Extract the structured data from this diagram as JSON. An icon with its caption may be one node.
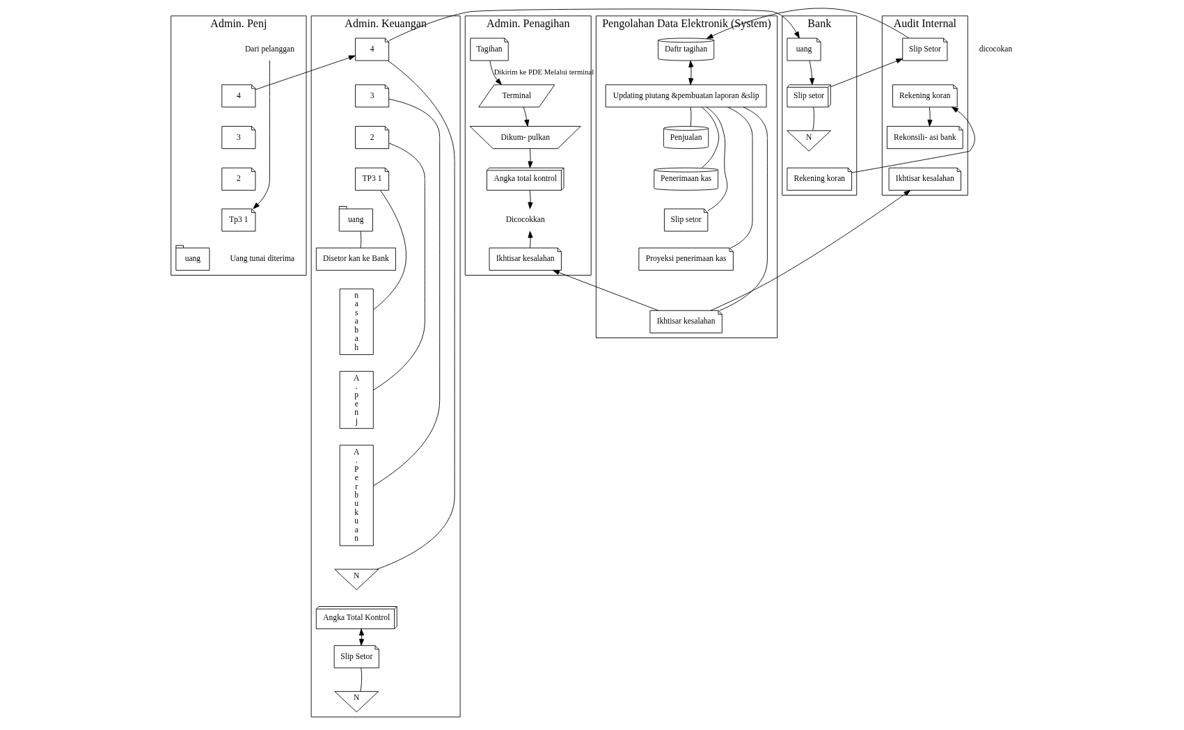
{
  "diagram": {
    "nodes": [
      {
        "text": [
          "Admin. Penj"
        ]
      },
      {
        "text": [
          "Dari pelanggan"
        ],
        "in": 0
      },
      {
        "text": [
          "4"
        ],
        "in": 0
      },
      {
        "text": [
          "3"
        ],
        "in": 0
      },
      {
        "text": [
          "2"
        ],
        "in": 0
      },
      {
        "text": [
          "Tp3 1"
        ],
        "in": 0
      },
      {
        "text": [
          "uang"
        ],
        "in": 0,
        "beside": [
          "Uang tunai diterima"
        ]
      },
      {
        "text": [
          "Admin. Penagihan"
        ]
      },
      {
        "text": [
          "Tagihan"
        ],
        "in": 7
      },
      {
        "text": [
          "Terminal"
        ],
        "in": 7
      },
      {
        "text": [
          "Dikum- pulkan"
        ],
        "in": 7
      },
      {
        "text": [
          "Angka total kontrol"
        ],
        "in": 7
      },
      {
        "text": [
          "Dicocokkan"
        ],
        "in": 7
      },
      {
        "text": [
          "Ikhtisar kesalahan"
        ],
        "in": 7
      },
      {
        "text": [
          "Admin. Keuangan"
        ]
      },
      {
        "text": [
          "4"
        ],
        "in": 14
      },
      {
        "text": [
          "3"
        ],
        "in": 14
      },
      {
        "text": [
          "2"
        ],
        "in": 14
      },
      {
        "text": [
          "TP3 1"
        ],
        "in": 14
      },
      {
        "text": [
          "uang"
        ],
        "in": 14
      },
      {
        "text": [
          "Disetor kan ke Bank"
        ],
        "in": 14
      },
      {
        "text": [
          "n a s a b a h"
        ],
        "in": 14
      },
      {
        "text": [
          "A . p e n j"
        ],
        "in": 14
      },
      {
        "text": [
          "A . P e r b u k u a n"
        ],
        "in": 14
      },
      {
        "text": [
          "N"
        ],
        "in": 14
      },
      {
        "text": [
          "Angka Total Kontrol"
        ],
        "in": 14
      },
      {
        "text": [
          "Slip Setor"
        ],
        "in": 14
      },
      {
        "text": [
          "N"
        ],
        "in": 14
      },
      {
        "text": [
          "Pengolahan Data Elektronik (System)"
        ]
      },
      {
        "text": [
          "Daftr tagihan"
        ],
        "in": 28
      },
      {
        "text": [
          "Updating piutang &pembuatan laporan &slip"
        ],
        "in": 28
      },
      {
        "text": [
          "Penjualan"
        ],
        "in": 28
      },
      {
        "text": [
          "Penerimaan kas"
        ],
        "in": 28
      },
      {
        "text": [
          "Slip setor"
        ],
        "in": 28
      },
      {
        "text": [
          "Proyeksi penerimaan kas"
        ],
        "in": 28
      },
      {
        "text": [
          "Ikhtisar kesalahan"
        ],
        "in": 28
      },
      {
        "text": [
          "Audit Internal"
        ]
      },
      {
        "text": [
          "Slip Setor"
        ],
        "in": 36
      },
      {
        "text": [
          "Rekening koran"
        ],
        "in": 36
      },
      {
        "text": [
          "Rekonsili- asi bank"
        ],
        "in": 36
      },
      {
        "text": [
          "Ikhtisar kesalahan"
        ],
        "in": 36
      },
      {
        "text": [
          "Bank"
        ]
      },
      {
        "text": [
          "uang"
        ],
        "in": 41
      },
      {
        "text": [
          "Slip setor"
        ],
        "in": 41
      },
      {
        "text": [
          "N"
        ],
        "in": 41
      },
      {
        "text": [
          "Rekening koran"
        ],
        "in": 41
      }
    ],
    "edges": [
      {
        "from": 1,
        "to": 5,
        "arrow": "to"
      },
      {
        "from": 2,
        "to": 15,
        "arrow": "to"
      },
      {
        "from": 8,
        "to": 9,
        "arrow": "to",
        "label": "Dikirim ke PDE Melalui terminal"
      },
      {
        "from": 9,
        "to": 10,
        "arrow": "to"
      },
      {
        "from": 10,
        "to": 11,
        "arrow": "to"
      },
      {
        "from": 11,
        "to": 12,
        "arrow": "to"
      },
      {
        "from": 13,
        "to": 12,
        "arrow": "to"
      },
      {
        "from": 15,
        "to": 24,
        "arrow": "none"
      },
      {
        "from": 15,
        "to": 42,
        "arrow": "to"
      },
      {
        "from": 16,
        "to": 23,
        "arrow": "none"
      },
      {
        "from": 17,
        "to": 22,
        "arrow": "none"
      },
      {
        "from": 18,
        "to": 21,
        "arrow": "none"
      },
      {
        "from": 19,
        "to": 20,
        "arrow": "none"
      },
      {
        "from": 25,
        "to": 26,
        "arrow": "both"
      },
      {
        "from": 26,
        "to": 27,
        "arrow": "none"
      },
      {
        "from": 29,
        "to": 30,
        "arrow": "both"
      },
      {
        "from": 30,
        "to": 31,
        "arrow": "none"
      },
      {
        "from": 30,
        "to": 32,
        "arrow": "none"
      },
      {
        "from": 30,
        "to": 33,
        "arrow": "none"
      },
      {
        "from": 30,
        "to": 34,
        "arrow": "none"
      },
      {
        "from": 30,
        "to": 35,
        "arrow": "none"
      },
      {
        "from": 35,
        "to": 13,
        "arrow": "to"
      },
      {
        "from": 35,
        "to": 40,
        "arrow": "to"
      },
      {
        "from": 37,
        "to": 29,
        "arrow": "to"
      },
      {
        "from": 38,
        "to": 39,
        "arrow": "to"
      },
      {
        "from": 42,
        "to": 43,
        "arrow": "to"
      },
      {
        "from": 43,
        "to": 37,
        "arrow": "to"
      },
      {
        "from": 43,
        "to": 44,
        "arrow": "none"
      },
      {
        "from": 45,
        "to": 38,
        "arrow": "to"
      }
    ],
    "labels": [
      "dicocokan"
    ]
  }
}
